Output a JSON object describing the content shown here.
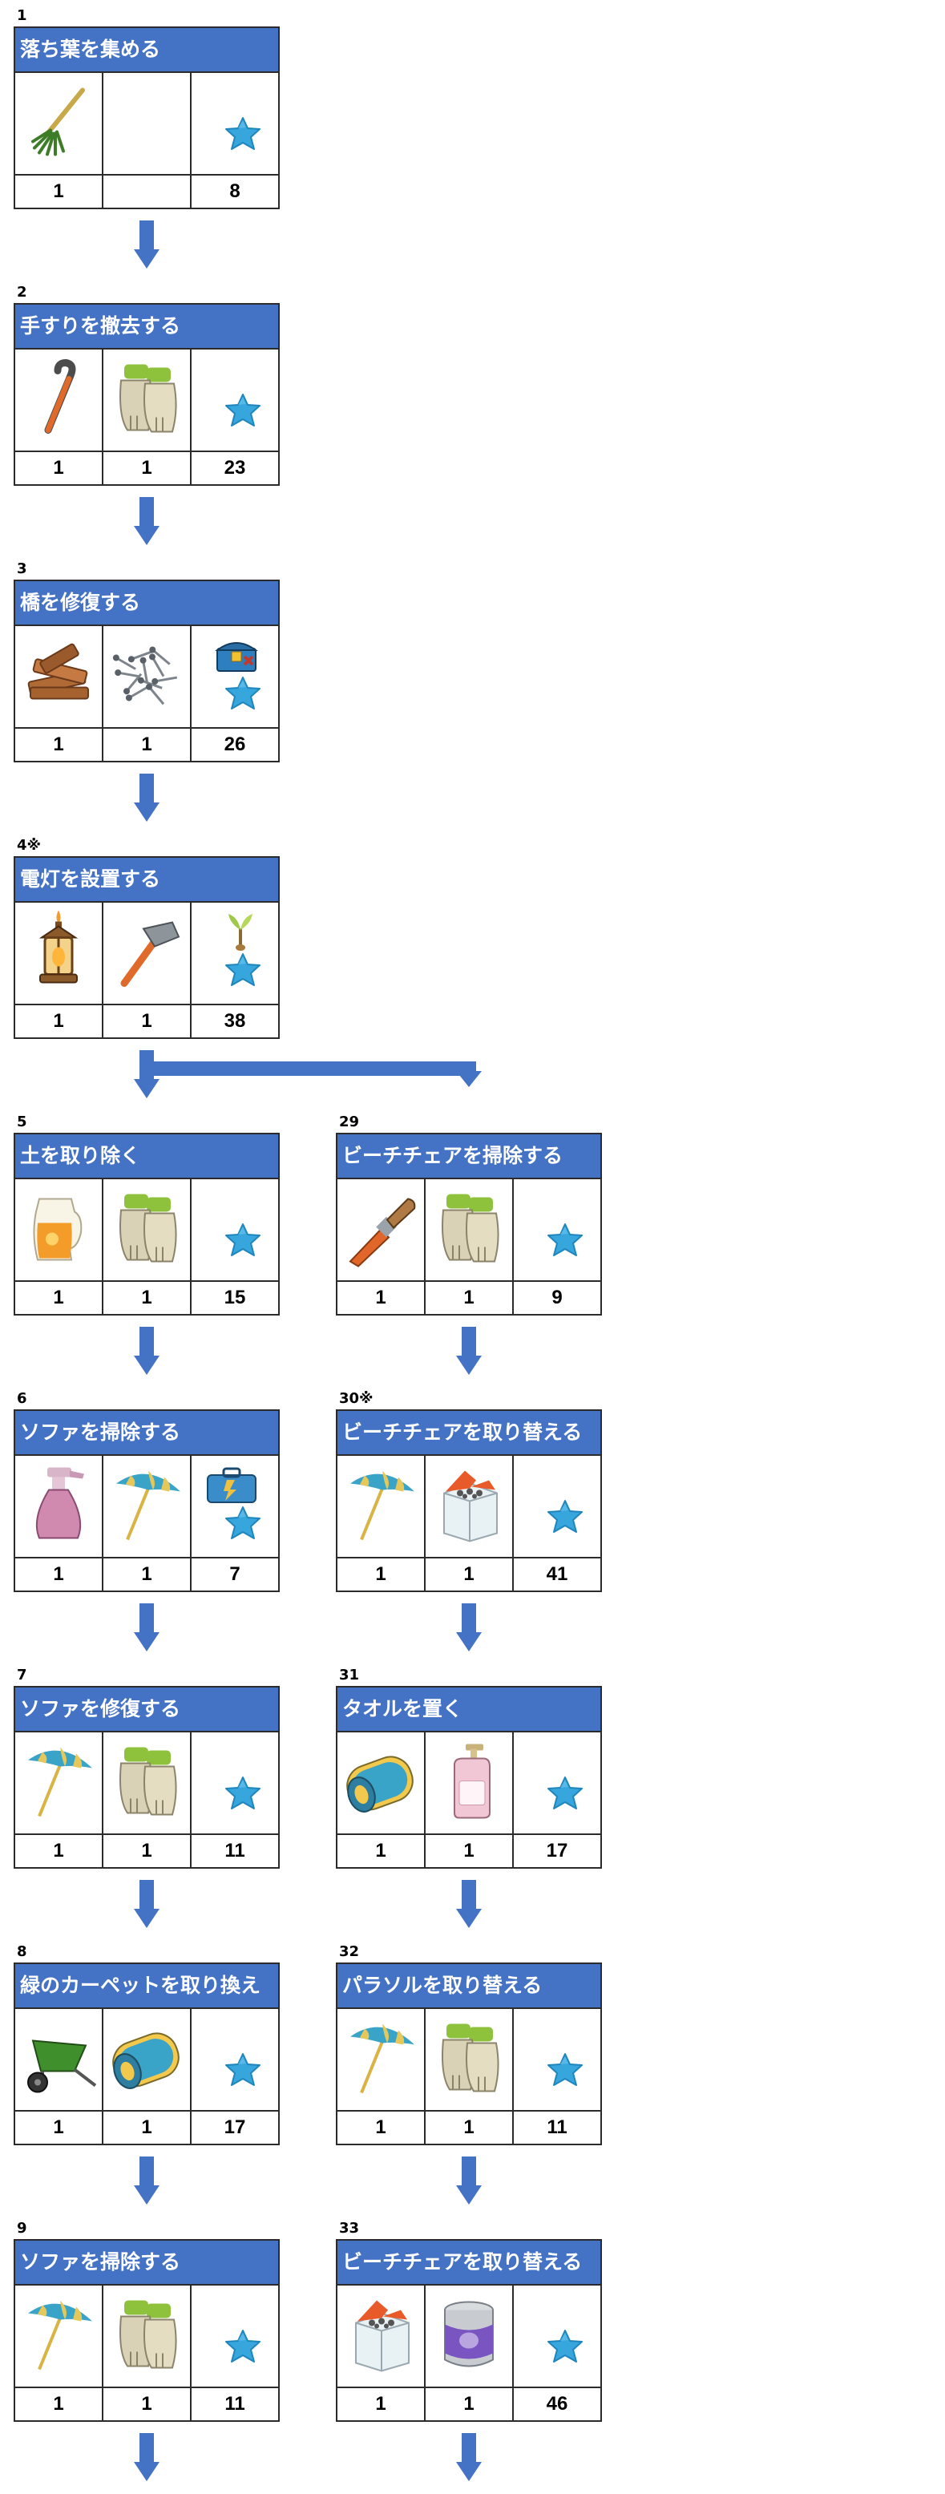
{
  "colors": {
    "header_bg": "#4472c4",
    "arrow": "#4472c4",
    "star": "#37a6dc",
    "border": "#2b2b2b"
  },
  "steps": [
    {
      "number": "1",
      "title": "落ち葉を集める",
      "items": [
        {
          "icon": "rake-icon",
          "qty": "1"
        },
        {
          "icon": "",
          "qty": ""
        }
      ],
      "reward": {
        "icons": [
          "star-icon"
        ],
        "value": "8"
      }
    },
    {
      "number": "2",
      "title": "手すりを撤去する",
      "items": [
        {
          "icon": "crowbar-icon",
          "qty": "1"
        },
        {
          "icon": "gloves-icon",
          "qty": "1"
        }
      ],
      "reward": {
        "icons": [
          "star-icon"
        ],
        "value": "23"
      }
    },
    {
      "number": "3",
      "title": "橋を修復する",
      "items": [
        {
          "icon": "wood-planks-icon",
          "qty": "1"
        },
        {
          "icon": "nails-icon",
          "qty": "1"
        }
      ],
      "reward": {
        "icons": [
          "chest-icon",
          "star-icon"
        ],
        "value": "26"
      }
    },
    {
      "number": "4※",
      "title": "電灯を設置する",
      "items": [
        {
          "icon": "lantern-icon",
          "qty": "1"
        },
        {
          "icon": "hammer-icon",
          "qty": "1"
        }
      ],
      "reward": {
        "icons": [
          "plant-icon",
          "star-icon"
        ],
        "value": "38"
      }
    },
    {
      "number": "5",
      "title": "土を取り除く",
      "items": [
        {
          "icon": "juice-pitcher-icon",
          "qty": "1"
        },
        {
          "icon": "gloves-icon",
          "qty": "1"
        }
      ],
      "reward": {
        "icons": [
          "star-icon"
        ],
        "value": "15"
      }
    },
    {
      "number": "6",
      "title": "ソファを掃除する",
      "items": [
        {
          "icon": "spray-bottle-icon",
          "qty": "1"
        },
        {
          "icon": "parasol-icon",
          "qty": "1"
        }
      ],
      "reward": {
        "icons": [
          "toolbox-icon",
          "star-icon"
        ],
        "value": "7"
      }
    },
    {
      "number": "7",
      "title": "ソファを修復する",
      "items": [
        {
          "icon": "parasol-icon",
          "qty": "1"
        },
        {
          "icon": "gloves-icon",
          "qty": "1"
        }
      ],
      "reward": {
        "icons": [
          "star-icon"
        ],
        "value": "11"
      }
    },
    {
      "number": "8",
      "title": "緑のカーペットを取り換え",
      "items": [
        {
          "icon": "wheelbarrow-icon",
          "qty": "1"
        },
        {
          "icon": "towel-roll-icon",
          "qty": "1"
        }
      ],
      "reward": {
        "icons": [
          "star-icon"
        ],
        "value": "17"
      }
    },
    {
      "number": "9",
      "title": "ソファを掃除する",
      "items": [
        {
          "icon": "parasol-icon",
          "qty": "1"
        },
        {
          "icon": "gloves-icon",
          "qty": "1"
        }
      ],
      "reward": {
        "icons": [
          "star-icon"
        ],
        "value": "11"
      }
    },
    {
      "number": "29",
      "title": "ビーチチェアを掃除する",
      "items": [
        {
          "icon": "paintbrush-icon",
          "qty": "1"
        },
        {
          "icon": "gloves-icon",
          "qty": "1"
        }
      ],
      "reward": {
        "icons": [
          "star-icon"
        ],
        "value": "9"
      }
    },
    {
      "number": "30※",
      "title": "ビーチチェアを取り替える",
      "items": [
        {
          "icon": "parasol-icon",
          "qty": "1"
        },
        {
          "icon": "nails-box-icon",
          "qty": "1"
        }
      ],
      "reward": {
        "icons": [
          "star-icon"
        ],
        "value": "41"
      }
    },
    {
      "number": "31",
      "title": "タオルを置く",
      "items": [
        {
          "icon": "towel-roll-icon",
          "qty": "1"
        },
        {
          "icon": "soap-bottle-icon",
          "qty": "1"
        }
      ],
      "reward": {
        "icons": [
          "star-icon"
        ],
        "value": "17"
      }
    },
    {
      "number": "32",
      "title": "パラソルを取り替える",
      "items": [
        {
          "icon": "parasol-icon",
          "qty": "1"
        },
        {
          "icon": "gloves-icon",
          "qty": "1"
        }
      ],
      "reward": {
        "icons": [
          "star-icon"
        ],
        "value": "11"
      }
    },
    {
      "number": "33",
      "title": "ビーチチェアを取り替える",
      "items": [
        {
          "icon": "nails-box-icon",
          "qty": "1"
        },
        {
          "icon": "paint-can-icon",
          "qty": "1"
        }
      ],
      "reward": {
        "icons": [
          "star-icon"
        ],
        "value": "46"
      }
    }
  ]
}
